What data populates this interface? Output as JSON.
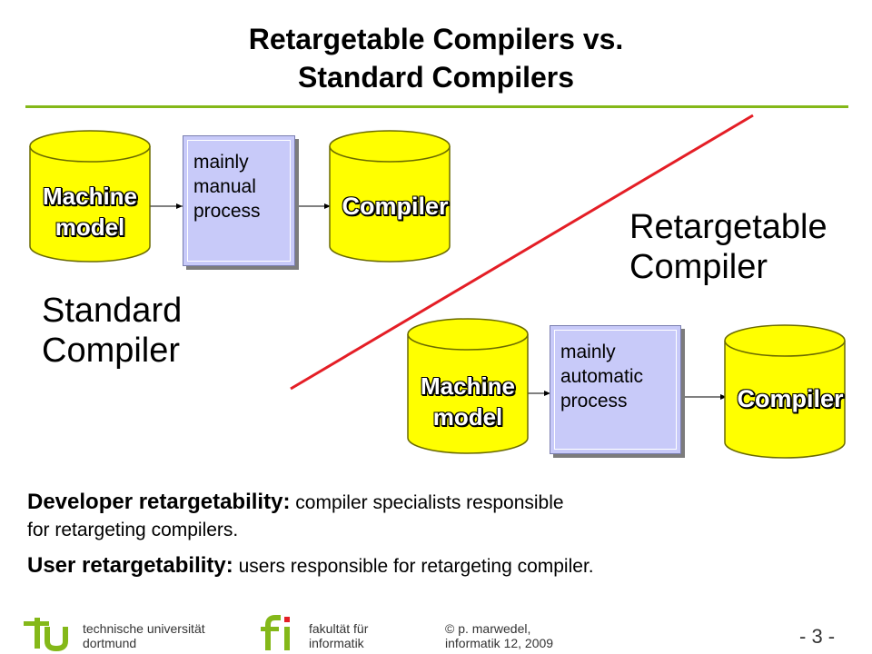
{
  "title": {
    "line1": "Retargetable Compilers vs.",
    "line2": "Standard Compilers"
  },
  "standard": {
    "source_line1": "Machine",
    "source_line2": "model",
    "process_line1": "mainly",
    "process_line2": "manual",
    "process_line3": "process",
    "target": "Compiler",
    "label_line1": "Standard",
    "label_line2": "Compiler"
  },
  "retargetable": {
    "source_line1": "Machine",
    "source_line2": "model",
    "process_line1": "mainly",
    "process_line2": "automatic",
    "process_line3": "process",
    "target": "Compiler",
    "label_line1": "Retargetable",
    "label_line2": "Compiler"
  },
  "definitions": {
    "developer_term": "Developer retargetability:",
    "developer_text": "compiler specialists responsible",
    "developer_text2": "for retargeting compilers.",
    "user_term": "User retargetability:",
    "user_text": "users responsible for retargeting compiler."
  },
  "footer": {
    "university_line1": "technische universität",
    "university_line2": "dortmund",
    "faculty_line1": "fakultät für",
    "faculty_line2": "informatik",
    "copyright_line1": "© p. marwedel,",
    "copyright_line2": "informatik 12,  2009",
    "page_number": "- 3 -"
  },
  "colors": {
    "cylinder": "#ffff00",
    "process_box": "#c8caf9",
    "divider": "#e41e26",
    "accent": "#84b819"
  }
}
